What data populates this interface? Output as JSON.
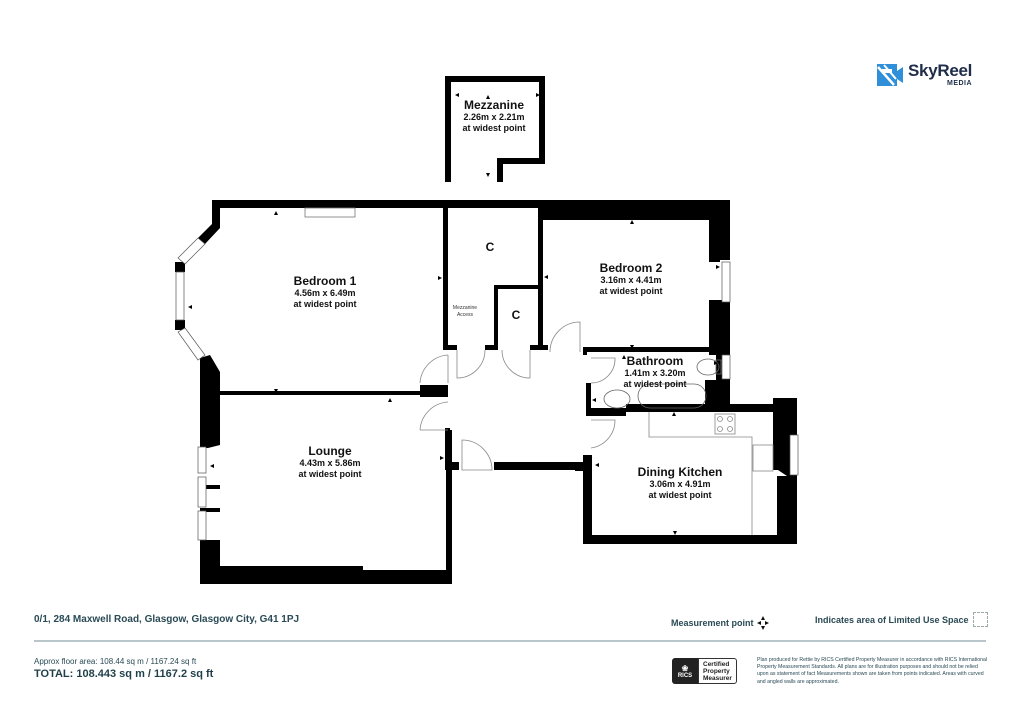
{
  "brand": {
    "name": "SkyReel",
    "subtitle": "MEDIA",
    "color": "#1f2d4a",
    "icon_color": "#2f8fd8"
  },
  "rooms": [
    {
      "id": "mezzanine",
      "name": "Mezzanine",
      "dimensions": "2.26m x 2.21m",
      "note": "at widest point"
    },
    {
      "id": "bedroom1",
      "name": "Bedroom 1",
      "dimensions": "4.56m x 6.49m",
      "note": "at widest point"
    },
    {
      "id": "bedroom2",
      "name": "Bedroom 2",
      "dimensions": "3.16m x 4.41m",
      "note": "at widest point"
    },
    {
      "id": "bathroom",
      "name": "Bathroom",
      "dimensions": "1.41m x 3.20m",
      "note": "at widest point"
    },
    {
      "id": "lounge",
      "name": "Lounge",
      "dimensions": "4.43m x 5.86m",
      "note": "at widest point"
    },
    {
      "id": "dining_kitchen",
      "name": "Dining Kitchen",
      "dimensions": "3.06m x 4.91m",
      "note": "at widest point"
    }
  ],
  "closets": [
    {
      "label": "C"
    },
    {
      "label": "C"
    }
  ],
  "mezzanine_access": {
    "line1": "Mezzanine",
    "line2": "Access"
  },
  "footer": {
    "address": "0/1, 284 Maxwell Road, Glasgow, Glasgow City, G41 1PJ",
    "approx_area": "Approx floor area: 108.44 sq m / 1167.24 sq ft",
    "total": "TOTAL: 108.443 sq m / 1167.2 sq ft",
    "legend_measurement": "Measurement point",
    "legend_limited": "Indicates area of  Limited Use Space",
    "rics_badge": {
      "org": "RICS",
      "line1": "Certified",
      "line2": "Property",
      "line3": "Measurer"
    },
    "disclaimer": "Plan produced for Rettie by RICS Certified Property Measurer in accordance with RICS International Property  Measurement Standards.  All plans are for illustration purposes and should not be relied upon as statement of fact Measurements shown are taken from points indicated. Areas with curved and angled walls are approximated."
  },
  "colors": {
    "wall": "#000000",
    "footer_text": "#2a4a55",
    "divider": "#b8c6cc"
  }
}
